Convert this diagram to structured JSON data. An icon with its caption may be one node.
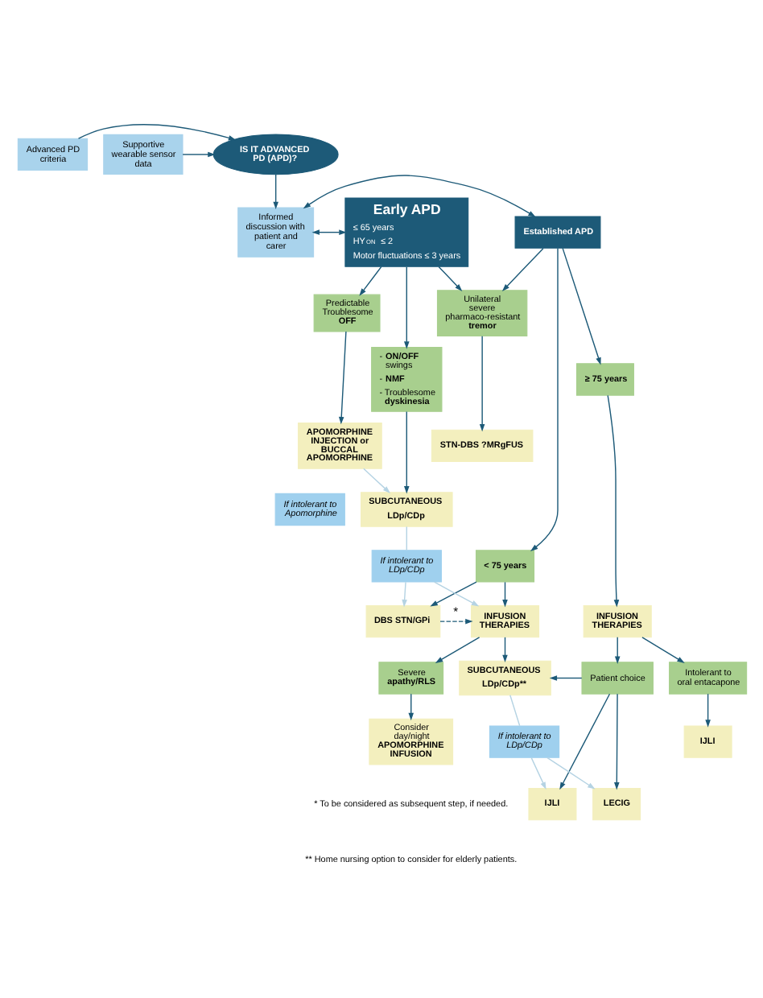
{
  "diagram": {
    "nodes": [
      {
        "text": [
          "Advanced PD criteria"
        ]
      },
      {
        "text": [
          "IS IT ADVANCED PD (APD)?"
        ]
      },
      {
        "text": [
          "Supportive wearable sensor data"
        ]
      },
      {
        "text": [
          "Early APD",
          "≤ 65 years",
          "HY$_{ON}$ ≤ 2",
          "Motor fluctuations ≤ 3 years"
        ]
      },
      {
        "text": [
          "Informed discussion with patient and carer"
        ]
      },
      {
        "text": [
          "Established APD"
        ]
      },
      {
        "text": [
          "Predictable Troublesome **OFF**"
        ]
      },
      {
        "text": [
          "- **ON/OFF** swings",
          "- **NMF**",
          "- Troublesome **dyskinesia**"
        ]
      },
      {
        "text": [
          "Unilateral severe pharmaco-resistant **tremor**"
        ]
      },
      {
        "text": [
          "APOMORPHINE INJECTION or BUCCAL APOMORPHINE"
        ]
      },
      {
        "text": [
          "SUBCUTANEOUS",
          "LDp/CDp"
        ]
      },
      {
        "text": [
          "STN-DBS ?MRgFUS"
        ]
      },
      {
        "text": [
          "< 75 years"
        ]
      },
      {
        "text": [
          "≥ 75 years"
        ]
      },
      {
        "text": [
          "If intolerant to Apomorphine"
        ]
      },
      {
        "text": [
          "If intolerant to LDp/CDp"
        ]
      },
      {
        "text": [
          "DBS STN/GPi"
        ]
      },
      {
        "text": [
          "INFUSION THERAPIES"
        ]
      },
      {
        "text": [
          "INFUSION THERAPIES"
        ]
      },
      {
        "text": [
          "Severe **apathy/RLS**"
        ]
      },
      {
        "text": [
          "SUBCUTANEOUS",
          "LDp/CDp**"
        ]
      },
      {
        "text": [
          "Patient choice"
        ]
      },
      {
        "text": [
          "Intolerant to oral entacapone"
        ]
      },
      {
        "text": [
          "If intolerant to LDp/CDp"
        ]
      },
      {
        "text": [
          "Consider day/night **APOMORPHINE INFUSION**"
        ]
      },
      {
        "text": [
          "IJLI"
        ]
      },
      {
        "text": [
          "LECIG"
        ]
      },
      {
        "text": [
          "IJLI"
        ]
      }
    ],
    "edges": [
      {
        "from": 0,
        "to": 1,
        "arrow": "to"
      },
      {
        "from": 2,
        "to": 1,
        "arrow": "to"
      },
      {
        "from": 1,
        "to": 4,
        "arrow": "to"
      },
      {
        "from": 4,
        "to": 3,
        "arrow": "both"
      },
      {
        "from": 4,
        "to": 5,
        "arrow": "both"
      },
      {
        "from": 3,
        "to": 6,
        "arrow": "to"
      },
      {
        "from": 3,
        "to": 7,
        "arrow": "to"
      },
      {
        "from": 3,
        "to": 8,
        "arrow": "to"
      },
      {
        "from": 5,
        "to": 8,
        "arrow": "to"
      },
      {
        "from": 5,
        "to": 12,
        "arrow": "to"
      },
      {
        "from": 5,
        "to": 13,
        "arrow": "to"
      },
      {
        "from": 6,
        "to": 9,
        "arrow": "to"
      },
      {
        "from": 7,
        "to": 10,
        "arrow": "to"
      },
      {
        "from": 8,
        "to": 11,
        "arrow": "to"
      },
      {
        "from": 9,
        "to": 10,
        "arrow": "to",
        "color": "#b5d3e3"
      },
      {
        "from": 10,
        "to": 15,
        "arrow": "none",
        "color": "#b5d3e3"
      },
      {
        "from": 15,
        "to": 16,
        "arrow": "to",
        "color": "#b5d3e3"
      },
      {
        "from": 15,
        "to": 17,
        "arrow": "to",
        "color": "#b5d3e3"
      },
      {
        "from": 12,
        "to": 16,
        "arrow": "to"
      },
      {
        "from": 12,
        "to": 17,
        "arrow": "to"
      },
      {
        "from": 13,
        "to": 18,
        "arrow": "to"
      },
      {
        "from": 16,
        "to": 17,
        "arrow": "to",
        "style": "dashed",
        "label": "*"
      },
      {
        "from": 17,
        "to": 19,
        "arrow": "to"
      },
      {
        "from": 17,
        "to": 20,
        "arrow": "to"
      },
      {
        "from": 18,
        "to": 21,
        "arrow": "to"
      },
      {
        "from": 18,
        "to": 22,
        "arrow": "to"
      },
      {
        "from": 21,
        "to": 20,
        "arrow": "to"
      },
      {
        "from": 19,
        "to": 24,
        "arrow": "to"
      },
      {
        "from": 20,
        "to": 23,
        "arrow": "none",
        "color": "#b5d3e3"
      },
      {
        "from": 23,
        "to": 25,
        "arrow": "to",
        "color": "#b5d3e3"
      },
      {
        "from": 23,
        "to": 26,
        "arrow": "to",
        "color": "#b5d3e3"
      },
      {
        "from": 21,
        "to": 25,
        "arrow": "to"
      },
      {
        "from": 21,
        "to": 26,
        "arrow": "to"
      },
      {
        "from": 22,
        "to": 27,
        "arrow": "to"
      }
    ],
    "labels": [
      "* To be considered as subsequent step, if needed.",
      "** Home nursing option to consider for elderly patients."
    ]
  }
}
